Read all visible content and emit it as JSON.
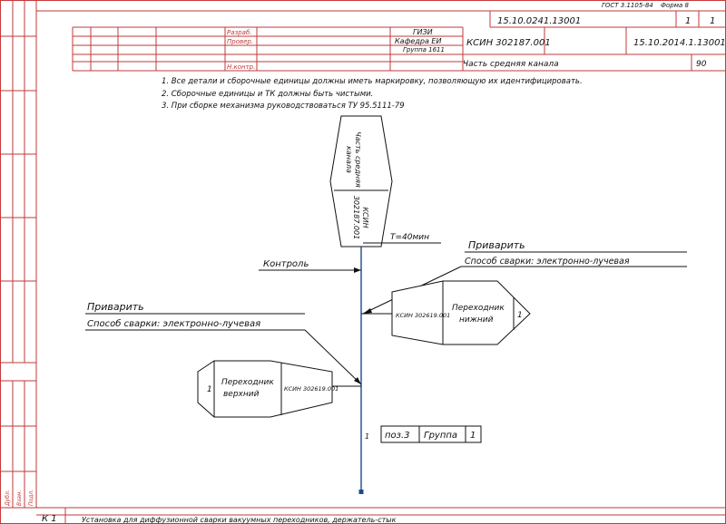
{
  "header": {
    "gost": "ГОСТ 3.1105-84",
    "form": "Форма 8",
    "code_top": "15.10.0241.13001",
    "sheet": "1",
    "sheets": "1",
    "org_line1": "ГИЗИ",
    "org_line2": "Кафедра ЕИ",
    "org_line3": "Группа 1611",
    "doc_code": "КСИН 302187.001",
    "doc_code_right": "15.10.2014.1.13001",
    "part_name": "Часть средняя канала",
    "count": "90",
    "roles": [
      "Разраб.",
      "Провер.",
      "",
      "",
      "Н.контр."
    ]
  },
  "notes": [
    "1. Все детали и сборочные единицы должны иметь маркировку, позволяющую их идентифицировать.",
    "2. Сборочные единицы и ТК должны быть чистыми.",
    "3. При сборке механизма руководствоваться ТУ 95.5111-79"
  ],
  "top_part": {
    "name_line1": "Часть средняя",
    "name_line2": "канала",
    "code_line1": "КСИН",
    "code_line2": "302187.001"
  },
  "time_label": "T=40мин",
  "control_label": "Контроль",
  "weld_right": {
    "title": "Приварить",
    "method": "Способ сварки: электронно-лучевая"
  },
  "weld_left": {
    "title": "Приварить",
    "method": "Способ сварки: электронно-лучевая"
  },
  "part_lower": {
    "code": "КСИН 302619.001",
    "name_line1": "Переходник",
    "name_line2": "нижний",
    "qty": "1"
  },
  "part_upper": {
    "code": "КСИН 302619.001",
    "name_line1": "Переходник",
    "name_line2": "верхний",
    "qty": "1"
  },
  "axis_number": "1",
  "pos_box": {
    "pos": "поз.3",
    "label": "Группа",
    "qty": "1"
  },
  "footer": {
    "code": "К 1",
    "title": "Установка для диффузионной сварки вакуумных переходников, держатель-стык"
  },
  "side_labels": [
    "Дубл.",
    "Взам.",
    "Подл."
  ]
}
